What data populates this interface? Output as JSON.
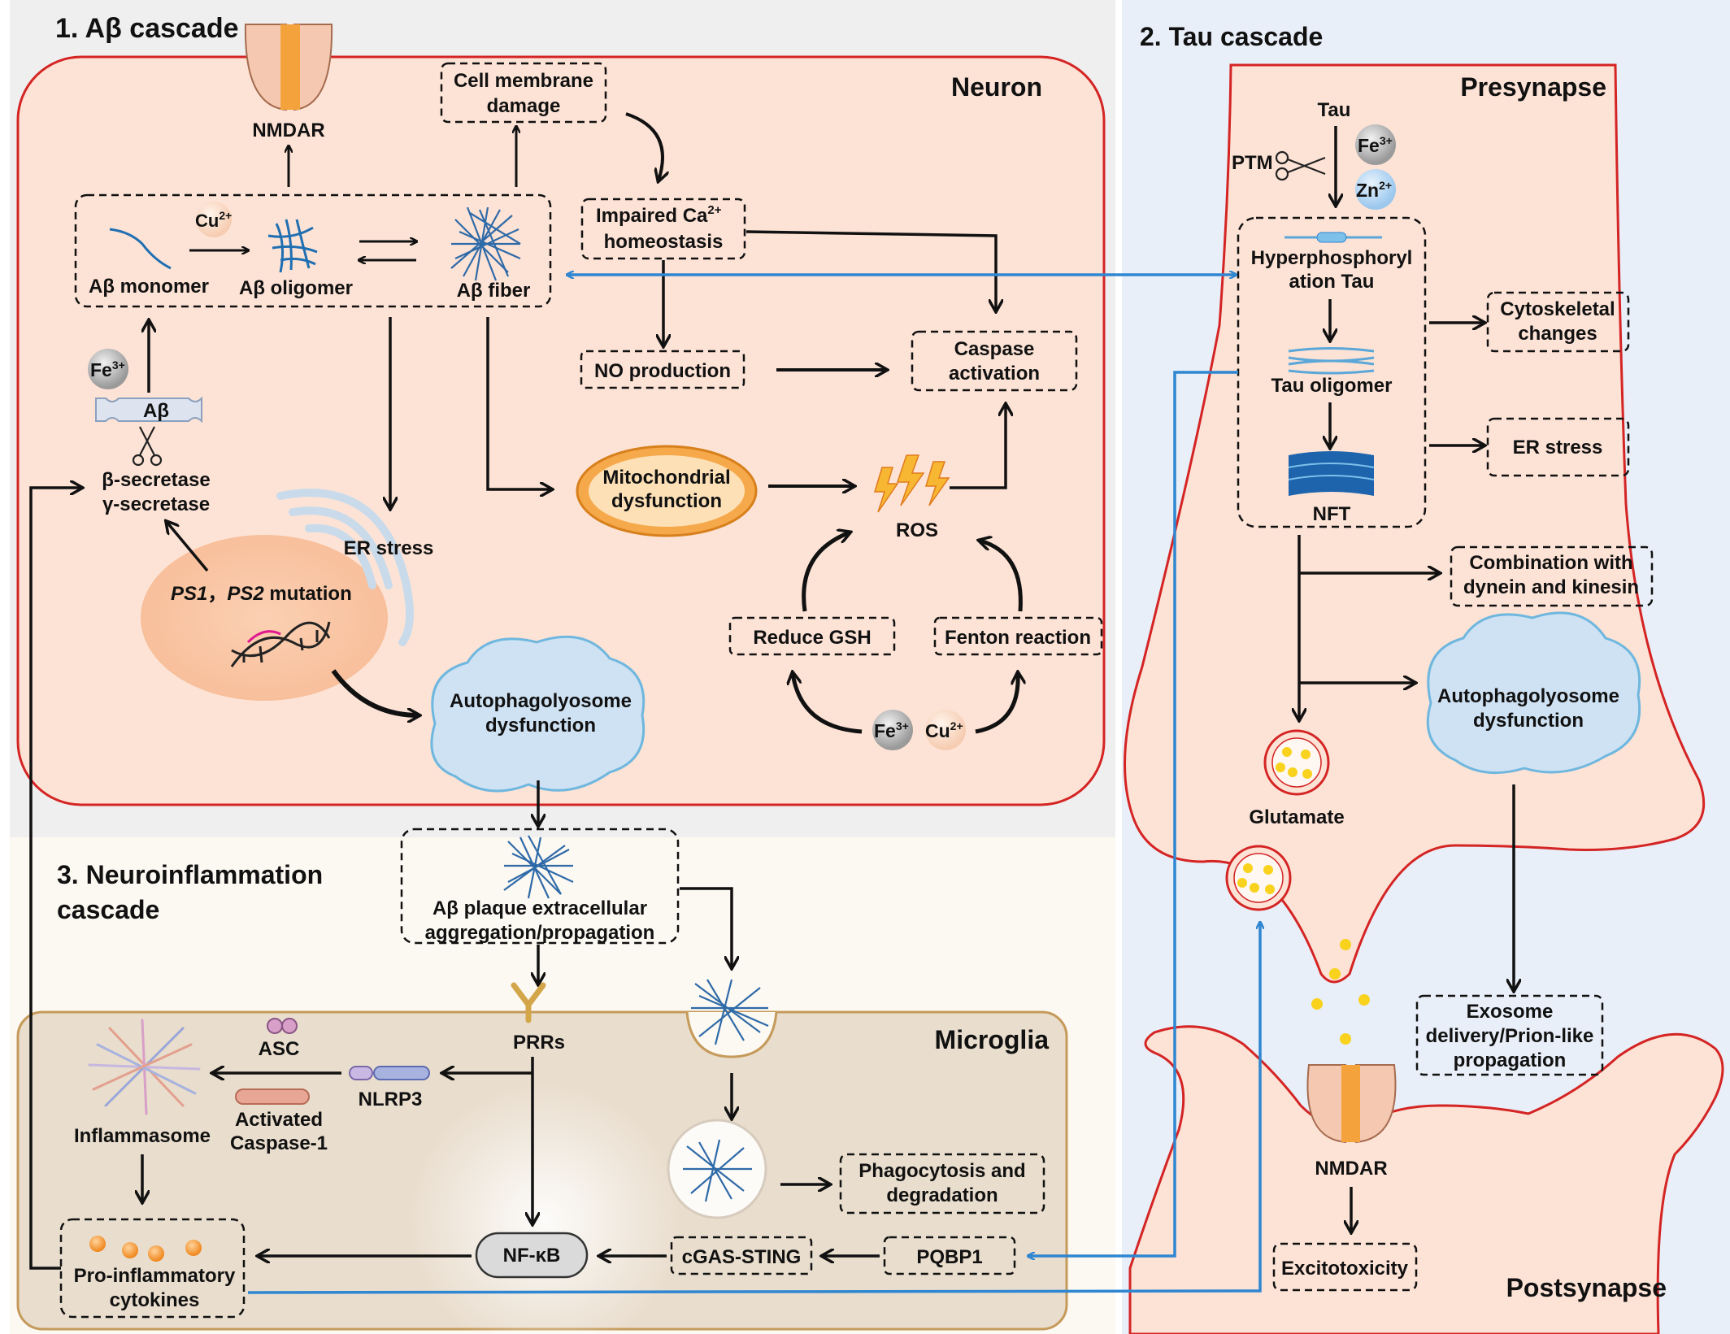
{
  "sections": {
    "abeta": "1. Aβ cascade",
    "tau": "2. Tau cascade",
    "neuro_line1": "3. Neuroinflammation",
    "neuro_line2": "cascade"
  },
  "regions": {
    "neuron": "Neuron",
    "presynapse": "Presynapse",
    "microglia": "Microglia",
    "postsynapse": "Postsynapse"
  },
  "abeta": {
    "nmdar": "NMDAR",
    "cell_membrane_1": "Cell membrane",
    "cell_membrane_2": "damage",
    "cu_ion": "Cu",
    "cu_charge": "2+",
    "monomer": "Aβ monomer",
    "oligomer": "Aβ oligomer",
    "fiber": "Aβ fiber",
    "impaired_ca_1": "Impaired Ca",
    "impaired_ca_charge": "2+",
    "impaired_ca_2": "homeostasis",
    "no_production": "NO production",
    "caspase_1": "Caspase",
    "caspase_2": "activation",
    "fe_ion": "Fe",
    "fe_charge": "3+",
    "abeta_label": "Aβ",
    "beta_secretase": "β-secretase",
    "gamma_secretase": "γ-secretase",
    "mito_1": "Mitochondrial",
    "mito_2": "dysfunction",
    "ros": "ROS",
    "er_stress": "ER stress",
    "ps1": "PS1",
    "ps_sep": "，",
    "ps2": "PS2",
    "mutation": " mutation",
    "reduce_gsh": "Reduce GSH",
    "fenton": "Fenton reaction",
    "autophagy_1": "Autophagolyosome",
    "autophagy_2": "dysfunction",
    "fe2": "Fe",
    "fe2_charge": "3+",
    "cu2": "Cu",
    "cu2_charge": "2+"
  },
  "tau": {
    "tau": "Tau",
    "ptm": "PTM",
    "fe": "Fe",
    "fe_charge": "3+",
    "zn": "Zn",
    "zn_charge": "2+",
    "hyper_1": "Hyperphosphoryl",
    "hyper_2": "ation Tau",
    "tau_oligomer": "Tau oligomer",
    "nft": "NFT",
    "cyto_1": "Cytoskeletal",
    "cyto_2": "changes",
    "er_stress": "ER stress",
    "comb_1": "Combination with",
    "comb_2": "dynein and kinesin",
    "autophagy_1": "Autophagolyosome",
    "autophagy_2": "dysfunction",
    "glutamate": "Glutamate",
    "exo_1": "Exosome",
    "exo_2": "delivery/Prion-like",
    "exo_3": "propagation",
    "nmdar": "NMDAR",
    "excitotoxicity": "Excitotoxicity"
  },
  "neuroinflammation": {
    "plaque_1": "Aβ plaque extracellular",
    "plaque_2": "aggregation/propagation",
    "prrs": "PRRs",
    "asc": "ASC",
    "nlrp3": "NLRP3",
    "activated_1": "Activated",
    "activated_2": "Caspase-1",
    "inflammasome": "Inflammasome",
    "phago_1": "Phagocytosis and",
    "phago_2": "degradation",
    "nfkb": "NF-κB",
    "cgas": "cGAS-STING",
    "pqbp1": "PQBP1",
    "cytokines_1": "Pro-inflammatory",
    "cytokines_2": "cytokines"
  },
  "colors": {
    "neuron_fill": "#fde3d6",
    "neuron_border": "#d42424",
    "tau_panel": "#e9eff8",
    "abeta_panel": "#efefef",
    "neuro_panel": "#fcf9f2",
    "microglia_fill": "#e9ddcd",
    "microglia_border": "#c59a5a",
    "blue_arrow": "#2f86d1",
    "fiber_blue": "#2f6aa8",
    "autophagy_fill": "#cfe2f3",
    "mito_fill": "#f6a94b"
  }
}
